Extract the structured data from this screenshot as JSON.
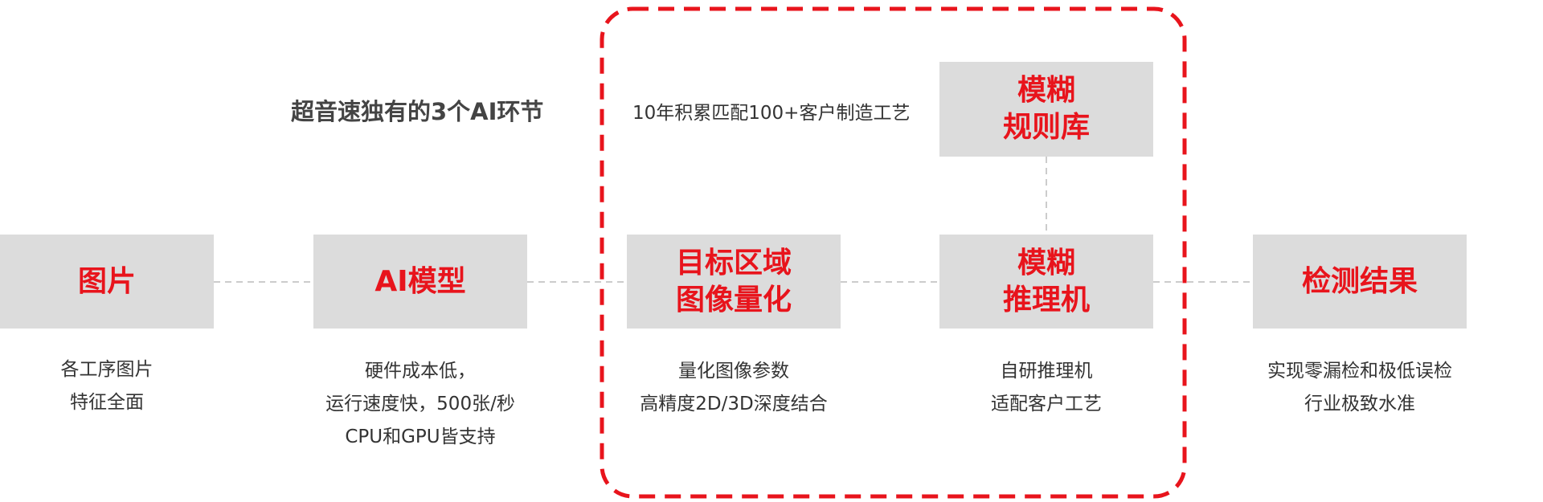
{
  "colors": {
    "accent": "#e8141c",
    "node_fill": "#dcdcdc",
    "text": "#333333",
    "heading": "#444444",
    "connector": "#cccccc"
  },
  "heading": "超音速独有的3个AI环节",
  "highlight_note": "10年积累匹配100+客户制造工艺",
  "nodes": {
    "image": "图片",
    "ai_model": "AI模型",
    "roi_quant": "目标区域\n图像量化",
    "fuzzy_rule": "模糊\n规则库",
    "fuzzy_infer": "模糊\n推理机",
    "result": "检测结果"
  },
  "descriptions": {
    "image": "各工序图片\n特征全面",
    "ai_model": "硬件成本低，\n运行速度快，500张/秒\nCPU和GPU皆支持",
    "roi_quant": "量化图像参数\n高精度2D/3D深度结合",
    "fuzzy_infer": "自研推理机\n适配客户工艺",
    "result": "实现零漏检和极低误检\n行业极致水准"
  }
}
